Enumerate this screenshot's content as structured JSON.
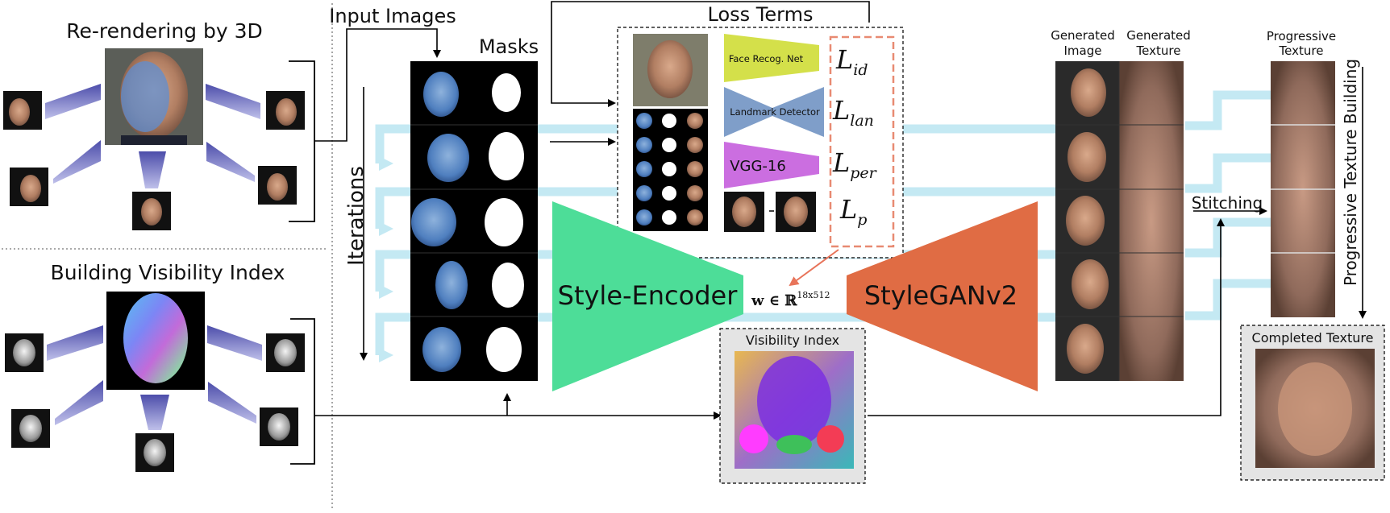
{
  "rerender_title": "Re-rendering by 3D",
  "visibility_title": "Building Visibility Index",
  "input_images_label": "Input Images",
  "masks_label": "Masks",
  "iterations_label": "Iterations",
  "loss_terms_title": "Loss Terms",
  "networks": {
    "face_recog": "Face Recog. Net",
    "landmark": "Landmark Detector",
    "vgg": "VGG-16"
  },
  "losses": {
    "id": {
      "main": "L",
      "sub": "id"
    },
    "lan": {
      "main": "L",
      "sub": "lan"
    },
    "per": {
      "main": "L",
      "sub": "per"
    },
    "p": {
      "main": "L",
      "sub": "p"
    }
  },
  "encoder_label": "Style-Encoder",
  "generator_label": "StyleGANv2",
  "latent": {
    "symbol": "w ∈ ℝ",
    "exponent": "18x512"
  },
  "visibility_index_label": "Visibility Index",
  "generated_image_label": [
    "Generated",
    "Image"
  ],
  "generated_texture_label": [
    "Generated",
    "Texture"
  ],
  "stitching_label": "Stitching",
  "progressive_texture_label": [
    "Progressive",
    "Texture"
  ],
  "progressive_building_label": "Progressive Texture Building",
  "completed_texture_label": "Completed Texture",
  "colors": {
    "encoder": "#4ddd98",
    "generator": "#e06c44",
    "face_recog": "#d4e04a",
    "landmark": "#7f9ec9",
    "vgg": "#cb6ee0",
    "loss_box": "#e88a72",
    "flow": "#c4e9f3",
    "wedge": "#5657b0"
  }
}
